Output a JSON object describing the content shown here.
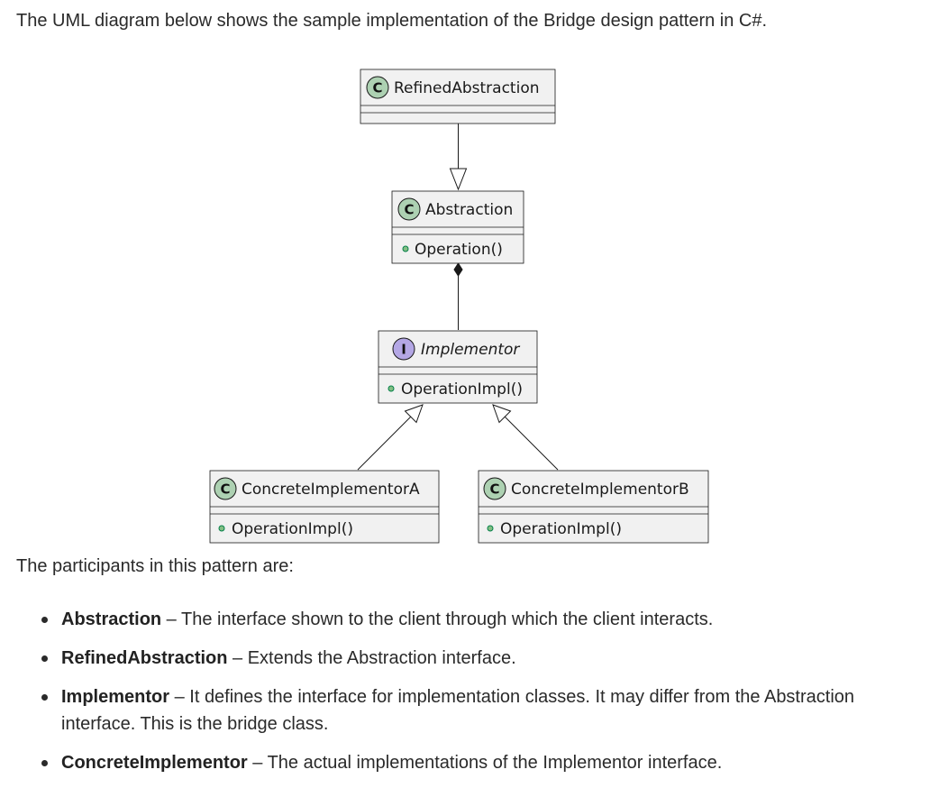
{
  "intro_text": "The UML diagram below shows the sample implementation of the Bridge design pattern in C#.",
  "diagram": {
    "colors": {
      "class_fill": "#f1f1f1",
      "border": "#181818",
      "class_badge": "#add1b2",
      "interface_badge": "#b4a7e5",
      "method_dot": "#84be84"
    },
    "classes": {
      "refined_abstraction": {
        "badge": "C",
        "name": "RefinedAbstraction",
        "kind": "class"
      },
      "abstraction": {
        "badge": "C",
        "name": "Abstraction",
        "kind": "class",
        "method": "Operation()"
      },
      "implementor": {
        "badge": "I",
        "name": "Implementor",
        "kind": "interface",
        "method": "OperationImpl()"
      },
      "concrete_a": {
        "badge": "C",
        "name": "ConcreteImplementorA",
        "kind": "class",
        "method": "OperationImpl()"
      },
      "concrete_b": {
        "badge": "C",
        "name": "ConcreteImplementorB",
        "kind": "class",
        "method": "OperationImpl()"
      }
    },
    "relations": [
      {
        "from": "RefinedAbstraction",
        "to": "Abstraction",
        "type": "inheritance"
      },
      {
        "from": "Abstraction",
        "to": "Implementor",
        "type": "composition"
      },
      {
        "from": "ConcreteImplementorA",
        "to": "Implementor",
        "type": "realization"
      },
      {
        "from": "ConcreteImplementorB",
        "to": "Implementor",
        "type": "realization"
      }
    ]
  },
  "participants_heading": "The participants in this pattern are:",
  "participants": [
    {
      "term": "Abstraction",
      "description": " – The interface shown to the client through which the client interacts."
    },
    {
      "term": "RefinedAbstraction",
      "description": " – Extends the Abstraction interface."
    },
    {
      "term": "Implementor",
      "description": " – It defines the interface for implementation classes. It may differ from the Abstraction interface. This is the bridge class."
    },
    {
      "term": "ConcreteImplementor",
      "description": " – The actual implementations of the Implementor interface."
    }
  ]
}
